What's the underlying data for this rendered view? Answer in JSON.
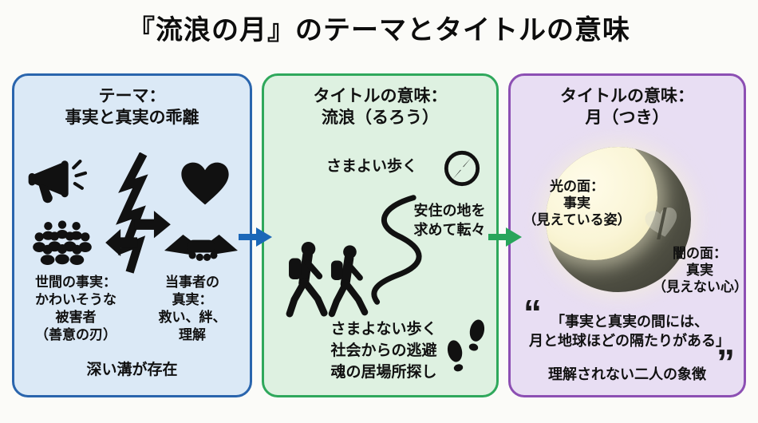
{
  "title": "『流浪の月』のテーマとタイトルの意味",
  "colors": {
    "ink": "#111111",
    "page-bg": "#fbfbf8",
    "blue-border": "#2a65ad",
    "blue-bg": "#dbe9f6",
    "green-border": "#2fa85c",
    "green-bg": "#def1e1",
    "purple-border": "#8c4fb3",
    "purple-bg": "#e8def3",
    "arrow-blue": "#1b67b8",
    "arrow-green": "#28a55b"
  },
  "icons": [
    "megaphone-icon",
    "rift-arrows-icon",
    "heart-icon",
    "crowd-icon",
    "handshake-icon",
    "compass-icon",
    "winding-path-icon",
    "hikers-icon",
    "footprints-icon",
    "moon-graphic",
    "broken-heart-icon",
    "flow-arrow-blue",
    "flow-arrow-green"
  ],
  "panels": {
    "theme": {
      "header": "テーマ：\n事実と真実の乖離",
      "left_label": "世間の事実：\nかわいそうな\n被害者\n（善意の刃）",
      "right_label": "当事者の\n真実：\n救い、絆、\n理解",
      "footer": "深い溝が存在"
    },
    "rurou": {
      "header": "タイトルの意味：\n流浪（るろう）",
      "caption_top": "さまよい歩く",
      "caption_right": "安住の地を\n求めて転々",
      "caption_bottom": "さまよない歩く\n社会からの逃避\n魂の居場所探し"
    },
    "tsuki": {
      "header": "タイトルの意味：\n月（つき）",
      "light_label": "光の面：\n事実\n（見えている姿）",
      "dark_label": "闇の面：\n真実\n（見えない心）",
      "quote_open": "“",
      "quote": "「事実と真実の間には、\n月と地球ほどの隔たりがある」",
      "quote_close": "”",
      "footer": "理解されない二人の象徴"
    }
  }
}
